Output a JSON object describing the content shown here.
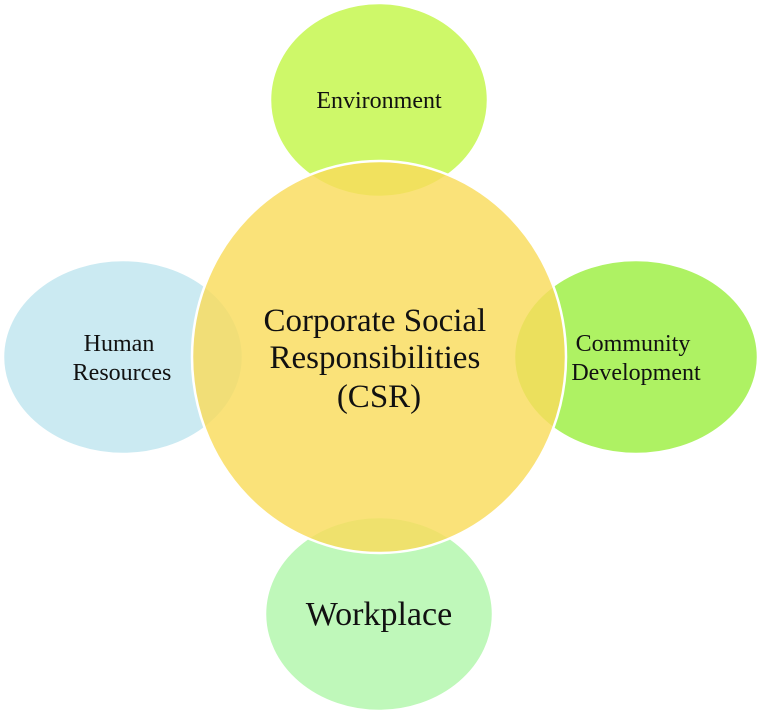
{
  "diagram": {
    "center": {
      "lines": [
        "Corporate Social",
        "Responsibilities",
        "(CSR)"
      ],
      "color": "#F9DC5C"
    },
    "nodes": {
      "environment": {
        "lines": [
          "Environment"
        ],
        "color": "#C6F74F"
      },
      "community": {
        "lines": [
          "Community",
          "Development"
        ],
        "color": "#A0F048"
      },
      "workplace": {
        "lines": [
          "Workplace"
        ],
        "color": "#B4F7AE"
      },
      "human_resources": {
        "lines": [
          "Human",
          "Resources"
        ],
        "color": "#C2E6F0"
      }
    }
  }
}
